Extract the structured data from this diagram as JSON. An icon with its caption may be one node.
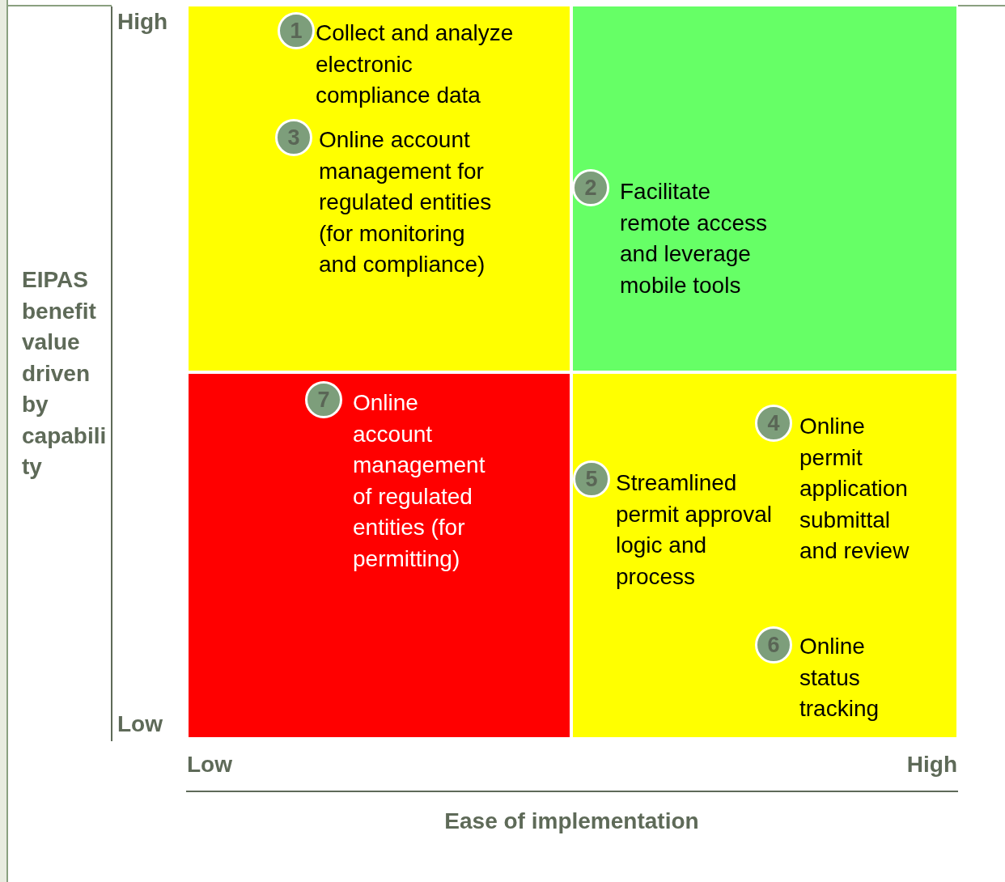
{
  "diagram": {
    "nodes": [
      {
        "text": [],
        "shape": "box"
      },
      {
        "text": [
          "1",
          "Collect and analyze electronic compliance data"
        ],
        "in": 0
      },
      {
        "text": [
          "3",
          "Online account management for regulated entities (for monitoring and compliance)"
        ],
        "in": 0
      },
      {
        "text": [],
        "shape": "box"
      },
      {
        "text": [
          "2",
          "Facilitate remote access and leverage mobile tools"
        ],
        "in": 3
      },
      {
        "text": [],
        "shape": "box"
      },
      {
        "text": [
          "7",
          "Online account management of regulated entities (for permitting)"
        ],
        "in": 5
      },
      {
        "text": [],
        "shape": "box"
      },
      {
        "text": [
          "4",
          "Online permit application submittal and review"
        ],
        "in": 7
      },
      {
        "text": [
          "5",
          "Streamlined permit approval logic and process"
        ],
        "in": 7
      },
      {
        "text": [
          "6",
          "Online status tracking"
        ],
        "in": 7
      }
    ],
    "labels": [
      "High",
      "EIPAS benefit value driven by capability",
      "Low",
      "Low",
      "High",
      "Ease of implementation"
    ]
  }
}
